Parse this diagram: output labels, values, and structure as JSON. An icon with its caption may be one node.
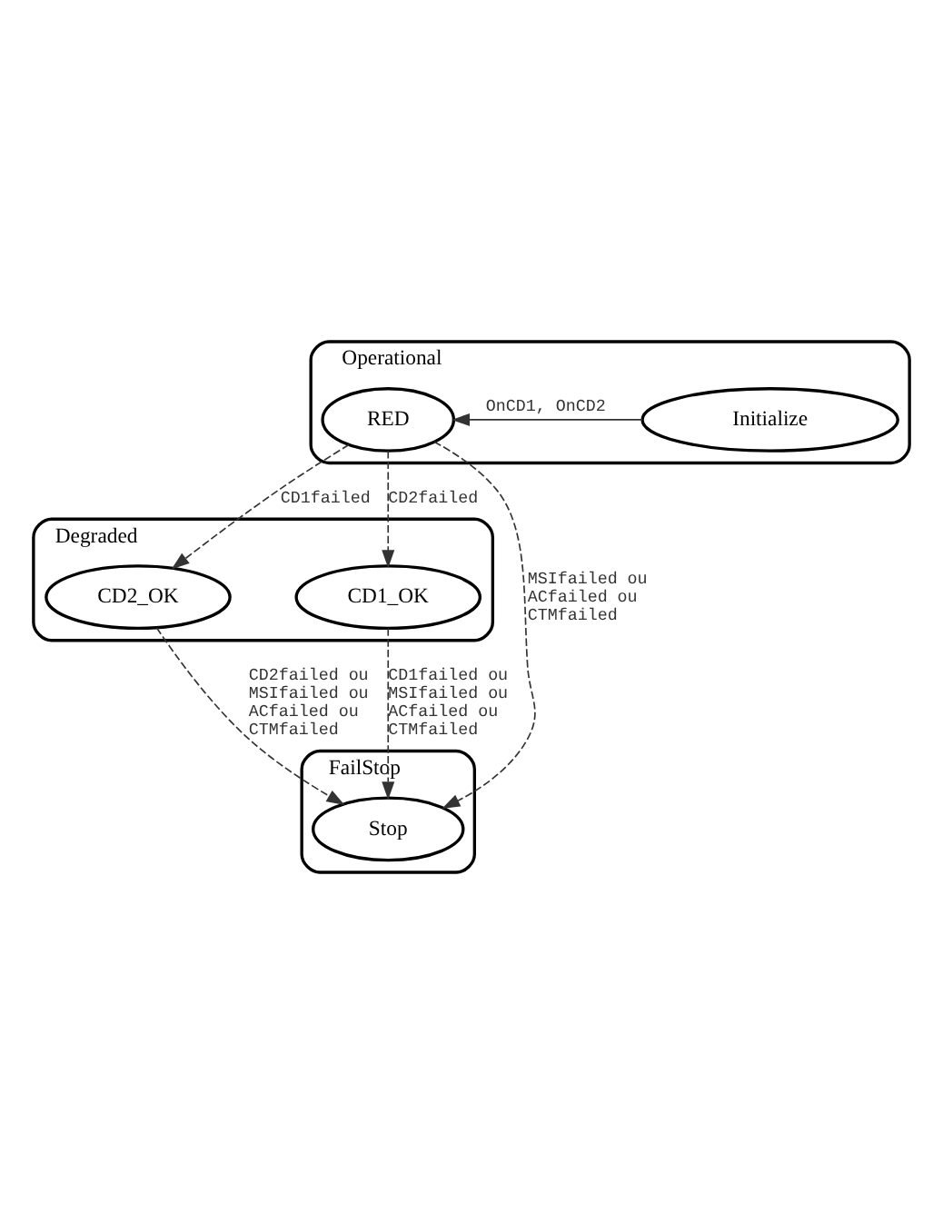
{
  "diagram": {
    "nodes": [
      {
        "text": [
          "Operational"
        ]
      },
      {
        "text": [
          "Initialize"
        ],
        "in": 0
      },
      {
        "text": [
          "RED"
        ],
        "in": 0
      },
      {
        "text": [
          "Degraded"
        ]
      },
      {
        "text": [
          "CD2_OK"
        ],
        "in": 3
      },
      {
        "text": [
          "CD1_OK"
        ],
        "in": 3
      },
      {
        "text": [
          "FailStop"
        ]
      },
      {
        "text": [
          "Stop"
        ],
        "in": 6
      }
    ],
    "edges": [
      {
        "from": 1,
        "to": 2,
        "arrow": "to",
        "label": "OnCD1, OnCD2"
      },
      {
        "from": 2,
        "to": 4,
        "arrow": "to",
        "label": "CD1failed",
        "style": "dashed"
      },
      {
        "from": 2,
        "to": 5,
        "arrow": "to",
        "label": "CD2failed",
        "style": "dashed"
      },
      {
        "from": 2,
        "to": 7,
        "arrow": "to",
        "label": "MSIfailed ou ACfailed ou CTMfailed",
        "style": "dashed"
      },
      {
        "from": 4,
        "to": 7,
        "arrow": "to",
        "label": "CD2failed ou MSIfailed ou ACfailed ou CTMfailed",
        "style": "dashed"
      },
      {
        "from": 5,
        "to": 7,
        "arrow": "to",
        "label": "CD1failed ou MSIfailed ou ACfailed ou CTMfailed",
        "style": "dashed"
      }
    ]
  }
}
